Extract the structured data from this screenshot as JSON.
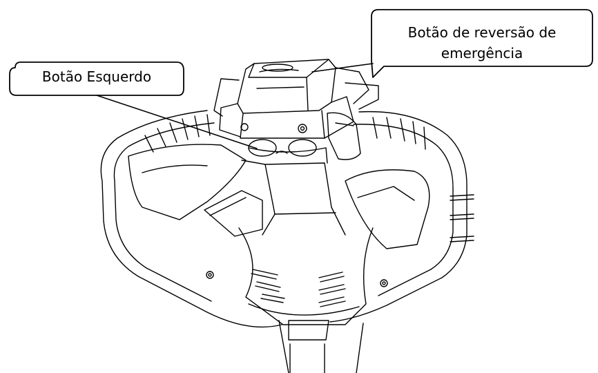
{
  "callouts": {
    "left_button": "Botão Esquerdo",
    "emergency_reverse_line1": "Botão de reversão de",
    "emergency_reverse_line2": "emergência"
  },
  "colors": {
    "line": "#000000",
    "background": "#ffffff"
  }
}
